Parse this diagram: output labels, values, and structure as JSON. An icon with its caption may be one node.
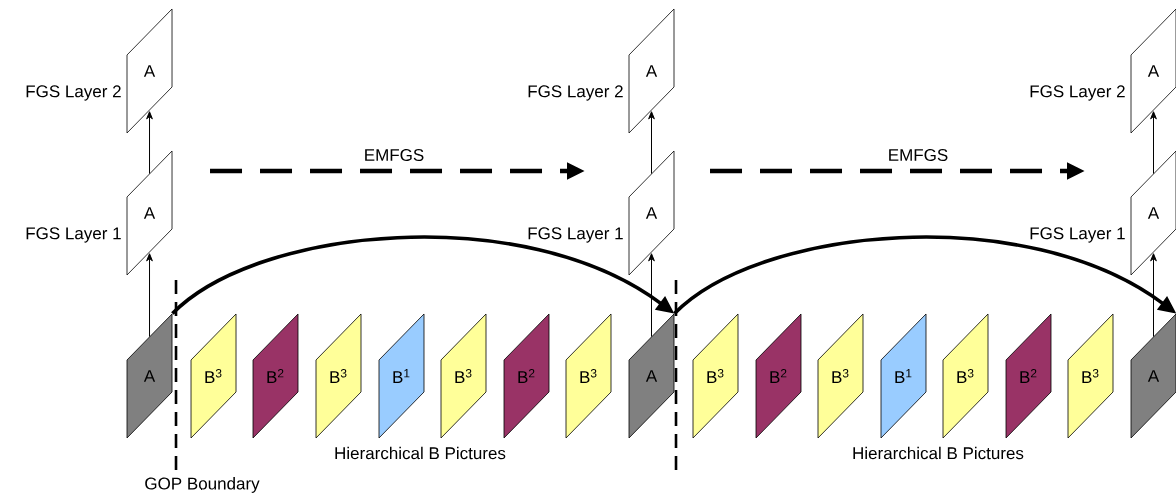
{
  "diagram": {
    "nodes": [
      {
        "text": [
          "A"
        ],
        "beside": [
          "FGS Layer 2"
        ]
      },
      {
        "text": [
          "A"
        ],
        "beside": [
          "FGS Layer 1"
        ]
      },
      {
        "text": [
          "A"
        ]
      },
      {
        "text": [
          "B$^{3}$"
        ]
      },
      {
        "text": [
          "B$^{2}$"
        ]
      },
      {
        "text": [
          "B$^{3}$"
        ]
      },
      {
        "text": [
          "B$^{1}$"
        ]
      },
      {
        "text": [
          "B$^{3}$"
        ]
      },
      {
        "text": [
          "B$^{2}$"
        ]
      },
      {
        "text": [
          "B$^{3}$"
        ]
      },
      {
        "text": [
          "A"
        ],
        "beside": [
          "FGS Layer 2"
        ]
      },
      {
        "text": [
          "A"
        ],
        "beside": [
          "FGS Layer 1"
        ]
      },
      {
        "text": [
          "A"
        ]
      },
      {
        "text": [
          "B$^{3}$"
        ]
      },
      {
        "text": [
          "B$^{2}$"
        ]
      },
      {
        "text": [
          "B$^{3}$"
        ]
      },
      {
        "text": [
          "B$^{1}$"
        ]
      },
      {
        "text": [
          "B$^{3}$"
        ]
      },
      {
        "text": [
          "B$^{2}$"
        ]
      },
      {
        "text": [
          "B$^{3}$"
        ]
      },
      {
        "text": [
          "A"
        ],
        "beside": [
          "FGS Layer 2"
        ]
      },
      {
        "text": [
          "A"
        ],
        "beside": [
          "FGS Layer 1"
        ]
      },
      {
        "text": [
          "A"
        ]
      }
    ],
    "edges": [
      {
        "from": 2,
        "to": 1,
        "arrow": "to"
      },
      {
        "from": 1,
        "to": 0,
        "arrow": "to"
      },
      {
        "from": 12,
        "to": 11,
        "arrow": "to"
      },
      {
        "from": 11,
        "to": 10,
        "arrow": "to"
      },
      {
        "from": 22,
        "to": 21,
        "arrow": "to"
      },
      {
        "from": 21,
        "to": 20,
        "arrow": "to"
      },
      {
        "from": 2,
        "to": 12,
        "arrow": "to",
        "style": "thick"
      },
      {
        "from": 12,
        "to": 22,
        "arrow": "to",
        "style": "thick"
      }
    ],
    "labels": [
      "EMFGS",
      "EMFGS",
      "Hierarchical B Pictures",
      "Hierarchical B Pictures",
      "GOP Boundary"
    ]
  }
}
